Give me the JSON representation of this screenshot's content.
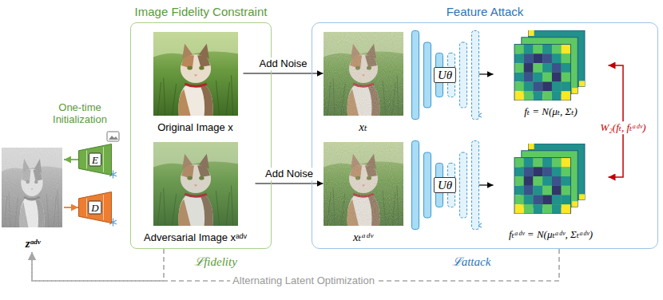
{
  "diagram": {
    "nodes": [
      {
        "text": [
          "Image Fidelity Constraint"
        ]
      },
      {
        "text": [
          "Original Image x"
        ],
        "in": 0
      },
      {
        "text": [
          "Adversarial Image xᵃᵈᵛ"
        ],
        "in": 0
      },
      {
        "text": [
          "Feature Attack"
        ]
      },
      {
        "text": [
          "xₜ"
        ],
        "in": 3
      },
      {
        "text": [
          "Uθ"
        ],
        "in": 3
      },
      {
        "text": [
          "fₜ = N(μₜ, Σₜ)"
        ],
        "in": 3
      },
      {
        "text": [
          "xₜᵃᵈᵛ"
        ],
        "in": 3
      },
      {
        "text": [
          "Uθ"
        ],
        "in": 3
      },
      {
        "text": [
          "fₜᵃᵈᵛ = N(μₜᵃᵈᵛ, Σₜᵃᵈᵛ)"
        ],
        "in": 3
      },
      {
        "text": [
          "E"
        ]
      },
      {
        "text": [
          "D"
        ]
      },
      {
        "text": [
          "zᵃᵈᵛ"
        ]
      }
    ],
    "edges": [
      {
        "from": 1,
        "to": 4,
        "arrow": "to",
        "label": "Add Noise"
      },
      {
        "from": 2,
        "to": 7,
        "arrow": "to",
        "label": "Add Noise"
      },
      {
        "from": 5,
        "to": 6,
        "arrow": "to"
      },
      {
        "from": 8,
        "to": 9,
        "arrow": "to"
      },
      {
        "from": 6,
        "to": 9,
        "arrow": "both",
        "label": "W₂(fₜ, fₜᵃᵈᵛ)"
      },
      {
        "from": 10,
        "to": 12,
        "arrow": "to"
      },
      {
        "from": 12,
        "to": 11,
        "arrow": "to"
      },
      {
        "from": 3,
        "to": 12,
        "arrow": "to",
        "label": "Alternating Latent Optimization"
      },
      {
        "from": 0,
        "to": 12,
        "arrow": "to"
      }
    ],
    "labels": [
      "One-time Initialization",
      "ℒfidelity",
      "ℒattack"
    ]
  }
}
